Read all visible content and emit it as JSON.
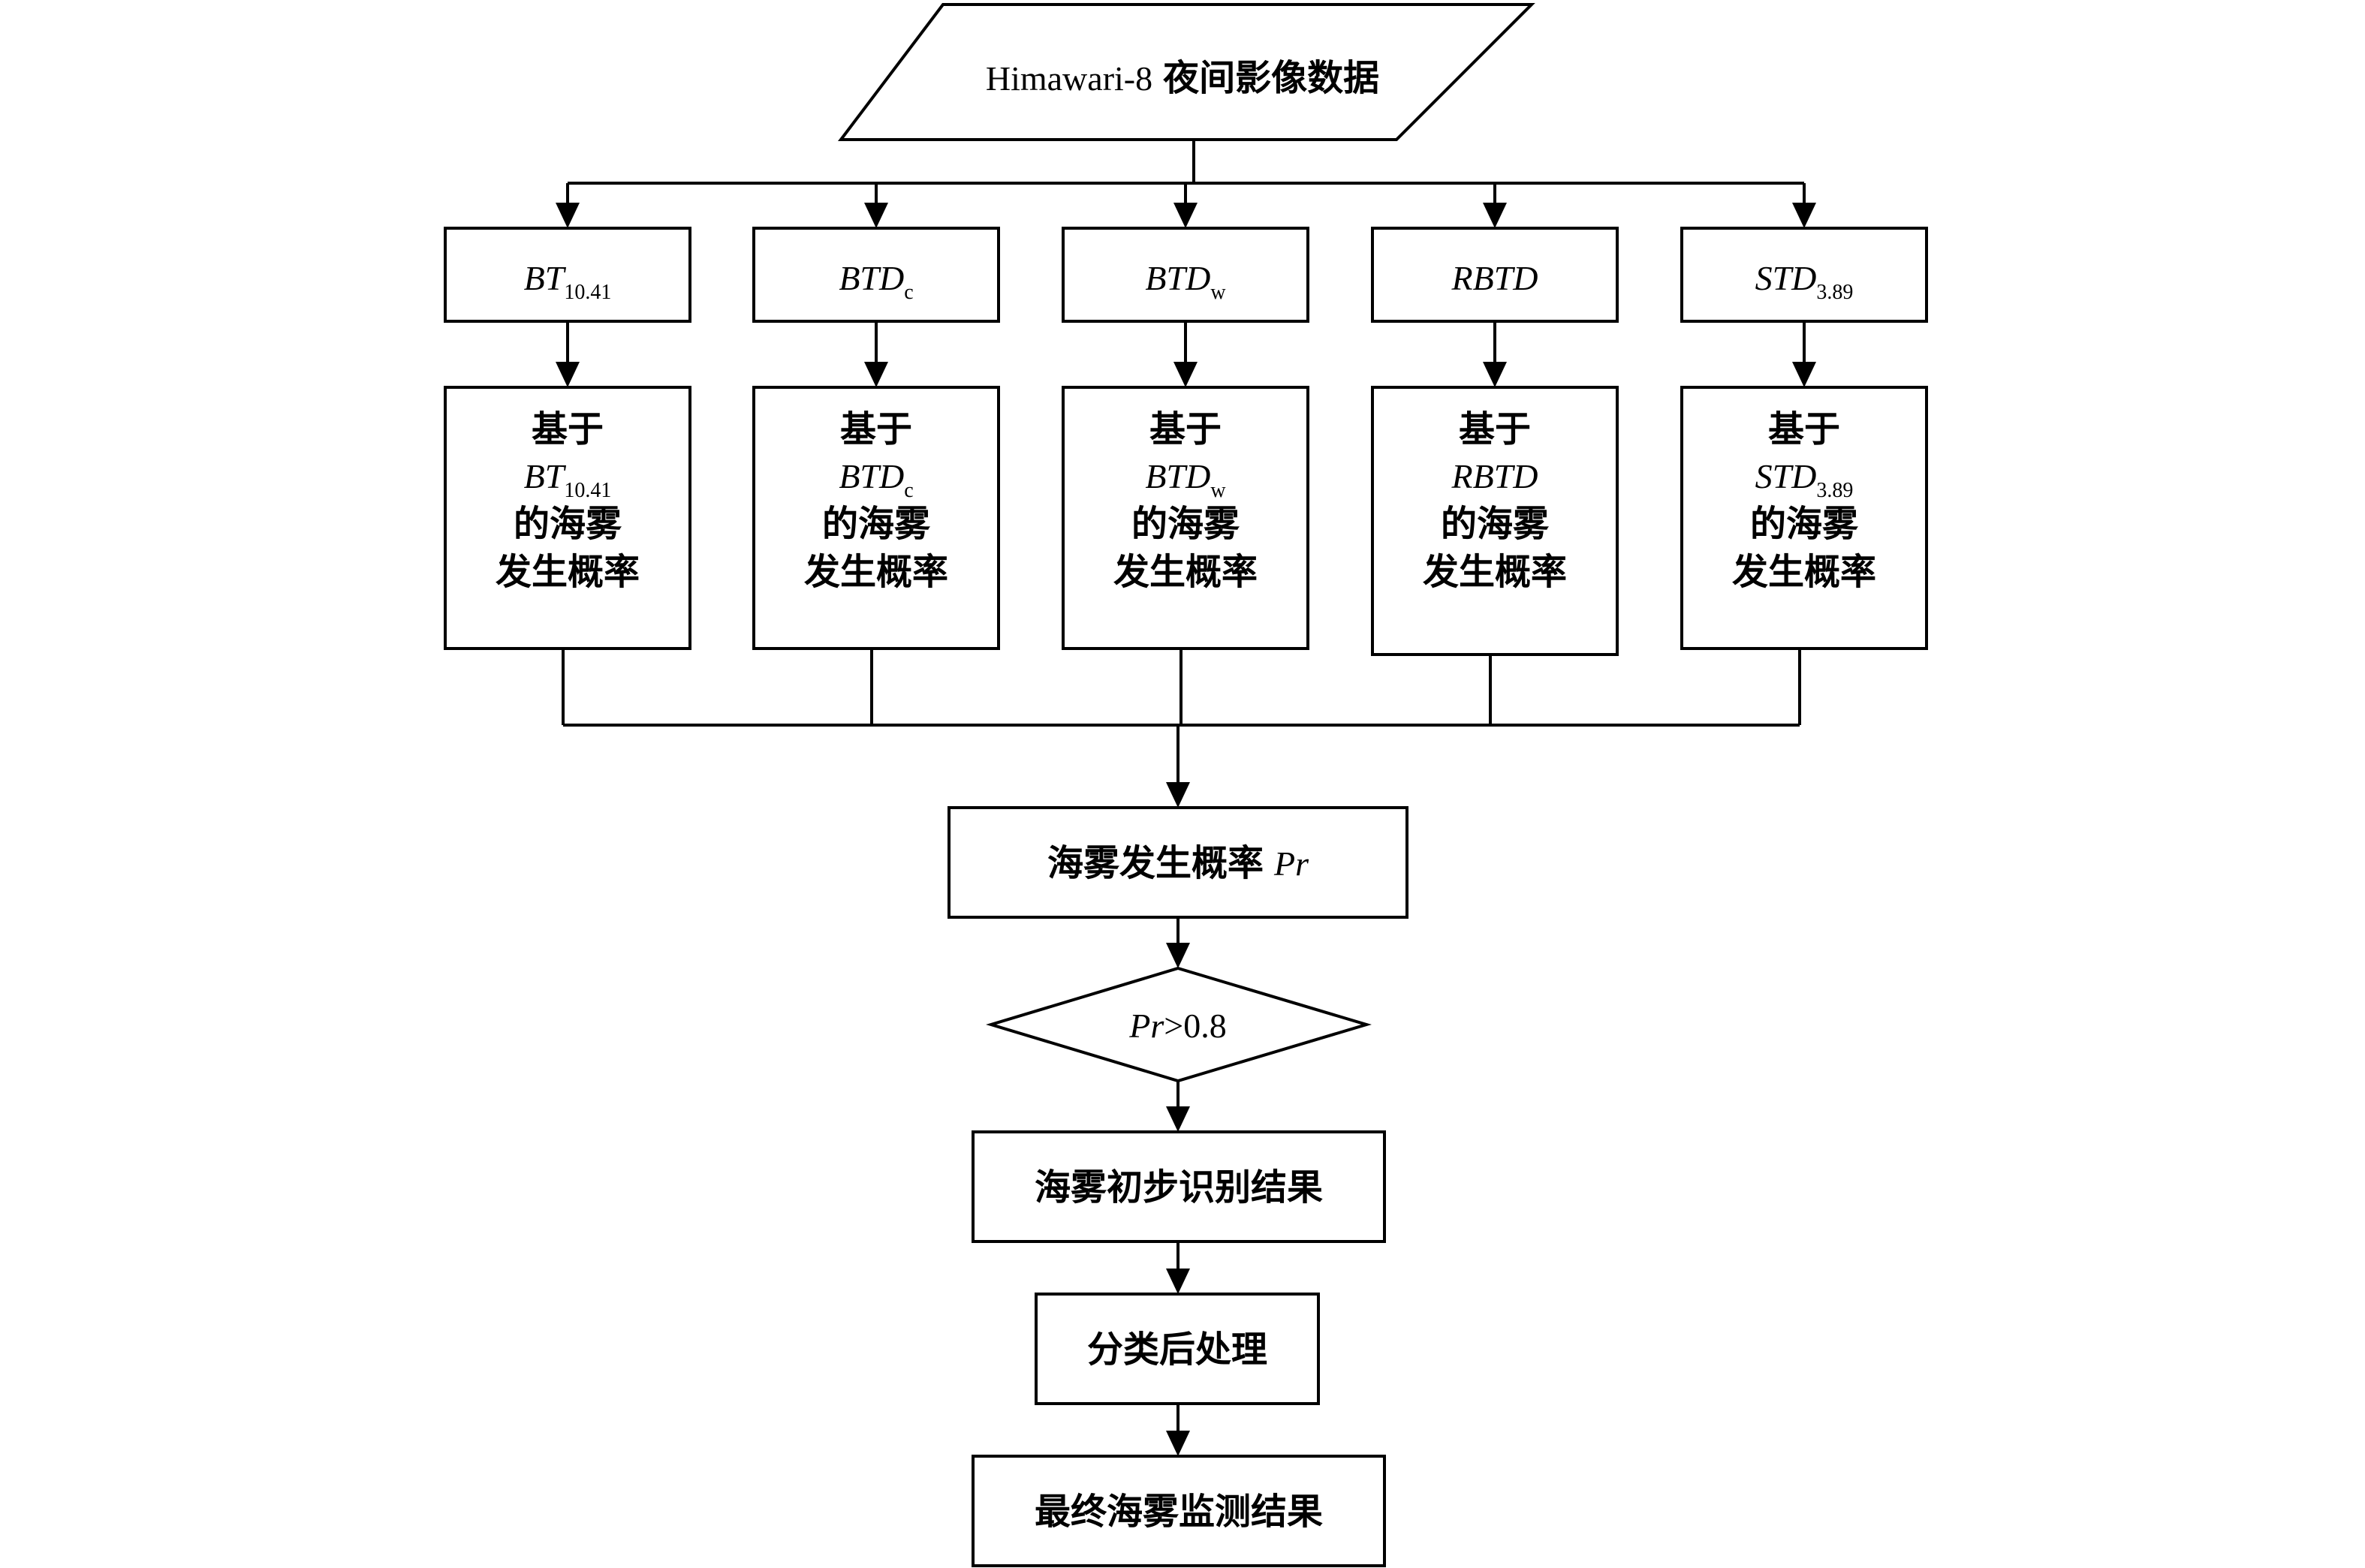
{
  "input": {
    "label_latin": "Himawari-8",
    "label_cjk": "夜间影像数据"
  },
  "features": [
    {
      "id": "bt",
      "main": "BT",
      "sub": "10.41"
    },
    {
      "id": "btdc",
      "main": "BTD",
      "sub": "c"
    },
    {
      "id": "btdw",
      "main": "BTD",
      "sub": "w"
    },
    {
      "id": "rbtd",
      "main": "RBTD",
      "sub": ""
    },
    {
      "id": "std",
      "main": "STD",
      "sub": "3.89"
    }
  ],
  "probability_boxes": {
    "line1": "基于",
    "line3": "的海雾",
    "line4": "发生概率"
  },
  "combined": {
    "label_cjk": "海雾发生概率",
    "label_var": "Pr"
  },
  "decision": {
    "var": "Pr",
    "condition": ">0.8"
  },
  "steps": [
    {
      "id": "preliminary",
      "label": "海雾初步识别结果"
    },
    {
      "id": "postprocess",
      "label": "分类后处理"
    },
    {
      "id": "final",
      "label": "最终海雾监测结果"
    }
  ]
}
